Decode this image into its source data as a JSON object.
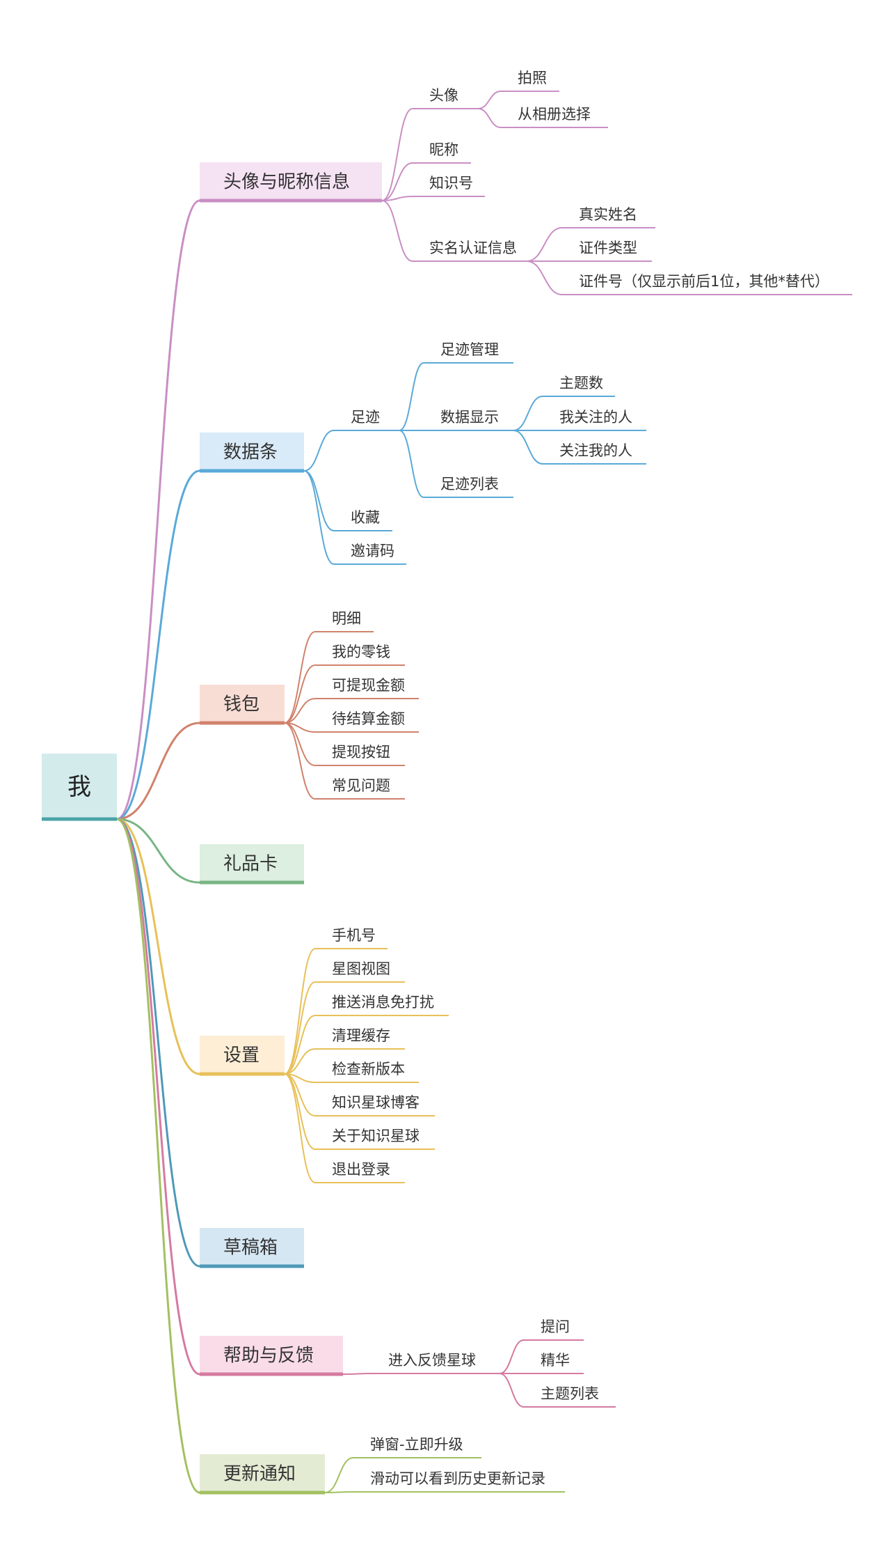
{
  "root": {
    "label": "我",
    "color": "#4aa3a8",
    "fill": "#d4ebec"
  },
  "branches": [
    {
      "label": "头像与昵称信息",
      "color": "#c98ec4",
      "fill": "#f5e2f3",
      "children": [
        {
          "label": "头像",
          "children": [
            {
              "label": "拍照"
            },
            {
              "label": "从相册选择"
            }
          ]
        },
        {
          "label": "昵称"
        },
        {
          "label": "知识号"
        },
        {
          "label": "实名认证信息",
          "children": [
            {
              "label": "真实姓名"
            },
            {
              "label": "证件类型"
            },
            {
              "label": "证件号（仅显示前后1位，其他*替代）"
            }
          ]
        }
      ]
    },
    {
      "label": "数据条",
      "color": "#5aa9d8",
      "fill": "#d9eaf8",
      "children": [
        {
          "label": "足迹",
          "children": [
            {
              "label": "足迹管理"
            },
            {
              "label": "数据显示",
              "children": [
                {
                  "label": "主题数"
                },
                {
                  "label": "我关注的人"
                },
                {
                  "label": "关注我的人"
                }
              ]
            },
            {
              "label": "足迹列表"
            }
          ]
        },
        {
          "label": "收藏"
        },
        {
          "label": "邀请码"
        }
      ]
    },
    {
      "label": "钱包",
      "color": "#d0826c",
      "fill": "#f8ddd5",
      "children": [
        {
          "label": "明细"
        },
        {
          "label": "我的零钱"
        },
        {
          "label": "可提现金额"
        },
        {
          "label": "待结算金额"
        },
        {
          "label": "提现按钮"
        },
        {
          "label": "常见问题"
        }
      ]
    },
    {
      "label": "礼品卡",
      "color": "#78b584",
      "fill": "#dcefe0",
      "children": []
    },
    {
      "label": "设置",
      "color": "#e8c059",
      "fill": "#fdeed5",
      "children": [
        {
          "label": "手机号"
        },
        {
          "label": "星图视图"
        },
        {
          "label": "推送消息免打扰"
        },
        {
          "label": "清理缓存"
        },
        {
          "label": "检查新版本"
        },
        {
          "label": "知识星球博客"
        },
        {
          "label": "关于知识星球"
        },
        {
          "label": "退出登录"
        }
      ]
    },
    {
      "label": "草稿箱",
      "color": "#4e99b8",
      "fill": "#d5e7f2",
      "children": []
    },
    {
      "label": "帮助与反馈",
      "color": "#d57aa0",
      "fill": "#fadce8",
      "children": [
        {
          "label": "进入反馈星球",
          "children": [
            {
              "label": "提问"
            },
            {
              "label": "精华"
            },
            {
              "label": "主题列表"
            }
          ]
        }
      ]
    },
    {
      "label": "更新通知",
      "color": "#a2c060",
      "fill": "#e3ecd3",
      "children": [
        {
          "label": "弹窗-立即升级"
        },
        {
          "label": "滑动可以看到历史更新记录"
        }
      ]
    }
  ]
}
